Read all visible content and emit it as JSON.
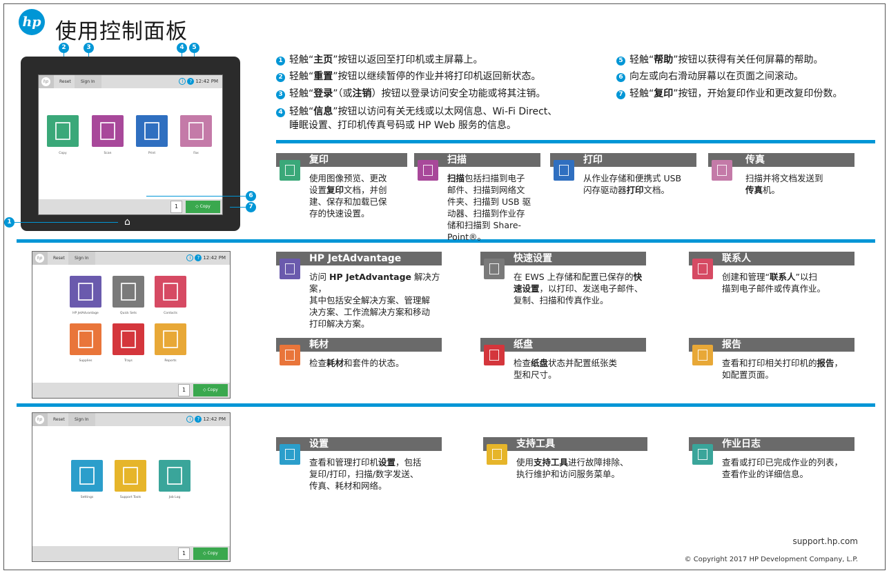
{
  "title": "使用控制面板",
  "logo_text": "hp",
  "panel": {
    "reset": "Reset",
    "sign_in": "Sign In",
    "time": "12:42 PM",
    "info_glyph": "i",
    "help_glyph": "?",
    "copies": "1",
    "copy_btn": "Copy",
    "home_glyph": "⌂",
    "screen1_tiles": [
      "Copy",
      "Scan",
      "Print",
      "Fax"
    ],
    "screen2_tiles": [
      "HP JetAdvantage",
      "Quick Sets",
      "Contacts",
      "Supplies",
      "Trays",
      "Reports"
    ],
    "screen3_tiles": [
      "Settings",
      "Support Tools",
      "Job Log"
    ]
  },
  "callouts": [
    "2",
    "3",
    "4",
    "5",
    "6",
    "7",
    "1"
  ],
  "steps": [
    {
      "n": "1",
      "pre": "轻触“",
      "b": "主页",
      "post": "”按钮以返回至打印机或主屏幕上。"
    },
    {
      "n": "2",
      "pre": "轻触“",
      "b": "重置",
      "post": "”按钮以继续暂停的作业并将打印机返回新状态。"
    },
    {
      "n": "3",
      "pre": "轻触“",
      "b": "登录",
      "mid": "”（或",
      "b2": "注销",
      "post": "）按钮以登录访问安全功能或将其注销。"
    },
    {
      "n": "4",
      "pre": "轻触“",
      "b": "信息",
      "post": "”按钮以访问有关无线或以太网信息、Wi-Fi Direct、",
      "line2": "睡眠设置、打印机传真号码或 HP Web 服务的信息。"
    },
    {
      "n": "5",
      "pre": "轻触“",
      "b": "帮助",
      "post": "”按钮以获得有关任何屏幕的帮助。"
    },
    {
      "n": "6",
      "text": "向左或向右滑动屏幕以在页面之间滚动。"
    },
    {
      "n": "7",
      "pre": "轻触“",
      "b": "复印",
      "post": "”按钮，开始复印作业和更改复印份数。"
    }
  ],
  "features": {
    "copy": {
      "title": "复印",
      "l1": "使用图像预览、更改",
      "l2a": "设置",
      "l2b": "复印",
      "l2c": "文档，并创",
      "l3": "建、保存和加载已保",
      "l4": "存的快速设置。"
    },
    "scan": {
      "title": "扫描",
      "l1a": "扫描",
      "l1b": "包括扫描到电子",
      "l2": "邮件、扫描到网络文",
      "l3": "件夹、扫描到 USB 驱",
      "l4": "动器、扫描到作业存",
      "l5": "储和扫描到 Share-",
      "l6": "Point®。"
    },
    "print": {
      "title": "打印",
      "l1": "从作业存储和便携式 USB",
      "l2a": "闪存驱动器",
      "l2b": "打印",
      "l2c": "文档。"
    },
    "fax": {
      "title": "传真",
      "l1": "扫描并将文档发送到",
      "l2a": "传真",
      "l2b": "机。"
    },
    "jet": {
      "title": "HP JetAdvantage",
      "l1a": "访问 ",
      "l1b": "HP JetAdvantage",
      "l1c": " 解决方案，",
      "l2": "其中包括安全解决方案、管理解",
      "l3": "决方案、工作流解决方案和移动",
      "l4": "打印解决方案。"
    },
    "quick": {
      "title": "快速设置",
      "l1a": "在 EWS 上存储和配置已保存的",
      "l1b": "快",
      "l2a": "速设置",
      "l2b": "，以打印、发送电子邮件、",
      "l3": "复制、扫描和传真作业。"
    },
    "contacts": {
      "title": "联系人",
      "l1a": "创建和管理“",
      "l1b": "联系人",
      "l1c": "”以扫",
      "l2": "描到电子邮件或传真作业。"
    },
    "supplies": {
      "title": "耗材",
      "l1a": "检查",
      "l1b": "耗材",
      "l1c": "和套件的状态。"
    },
    "trays": {
      "title": "纸盘",
      "l1a": "检查",
      "l1b": "纸盘",
      "l1c": "状态并配置纸张类",
      "l2": "型和尺寸。"
    },
    "reports": {
      "title": "报告",
      "l1a": "查看和打印相关打印机的",
      "l1b": "报告",
      "l1c": "，",
      "l2": "如配置页面。"
    },
    "settings": {
      "title": "设置",
      "l1a": "查看和管理打印机",
      "l1b": "设置",
      "l1c": "，包括",
      "l2": "复印/打印，扫描/数字发送、",
      "l3": "传真、耗材和网络。"
    },
    "tools": {
      "title": "支持工具",
      "l1a": "使用",
      "l1b": "支持工具",
      "l1c": "进行故障排除、",
      "l2": "执行维护和访问服务菜单。"
    },
    "joblog": {
      "title": "作业日志",
      "l1": "查看或打印已完成作业的列表，",
      "l2": "查看作业的详细信息。"
    }
  },
  "footer": {
    "url": "support.hp.com",
    "copyright": "© Copyright 2017 HP Development Company, L.P."
  },
  "colors": {
    "accent": "#0096d6",
    "copy": "#3aa879",
    "scan": "#a8489a",
    "print": "#2f6fc0",
    "fax": "#c47aa8",
    "jet": "#6a5aad",
    "quick": "#7a7a7a",
    "contacts": "#d64a63",
    "supplies": "#e9753a",
    "trays": "#d4363c",
    "reports": "#e8a837",
    "settings": "#2b9ecb",
    "tools": "#e6b52a",
    "joblog": "#3aa59a"
  }
}
